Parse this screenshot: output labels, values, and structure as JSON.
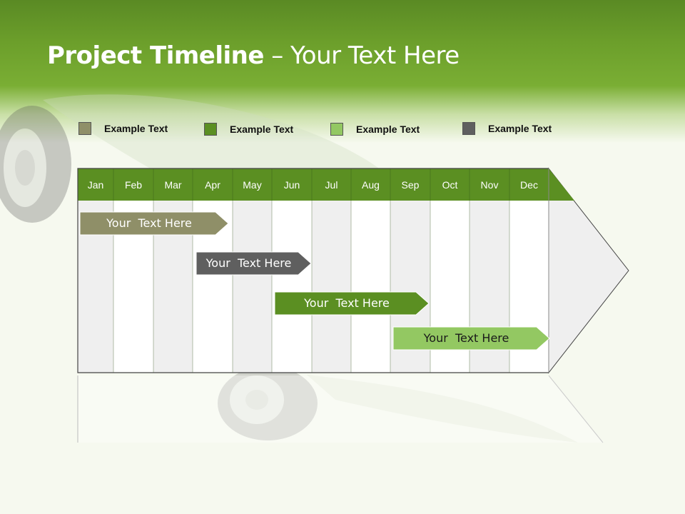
{
  "slide": {
    "title_bold": "Project Timeline",
    "title_rest": " – Your Text Here"
  },
  "legend": [
    {
      "label": "Example Text",
      "color": "#8f8f68"
    },
    {
      "label": "Example Text",
      "color": "#5b8f22"
    },
    {
      "label": "Example Text",
      "color": "#93c862"
    },
    {
      "label": "Example Text",
      "color": "#5f5f5f"
    }
  ],
  "months": [
    "Jan",
    "Feb",
    "Mar",
    "Apr",
    "May",
    "Jun",
    "Jul",
    "Aug",
    "Sep",
    "Oct",
    "Nov",
    "Dec"
  ],
  "colors": {
    "header_green": "#5b8f22",
    "column_shade": "#efefef",
    "column_white": "#ffffff",
    "gridline": "#c8c8c8"
  },
  "tasks": [
    {
      "label": "Your  Text Here",
      "start_month": "Jan",
      "end_month": "Apr",
      "color": "#8f8f68",
      "text_color": "#ffffff"
    },
    {
      "label": "Your  Text Here",
      "start_month": "Apr",
      "end_month": "Jun",
      "color": "#5f5f5f",
      "text_color": "#ffffff"
    },
    {
      "label": "Your  Text Here",
      "start_month": "Jun",
      "end_month": "Sep",
      "color": "#5b8f22",
      "text_color": "#ffffff"
    },
    {
      "label": "Your  Text Here",
      "start_month": "Sep",
      "end_month": "Dec",
      "color": "#93c862",
      "text_color": "#1a1a1a"
    }
  ]
}
